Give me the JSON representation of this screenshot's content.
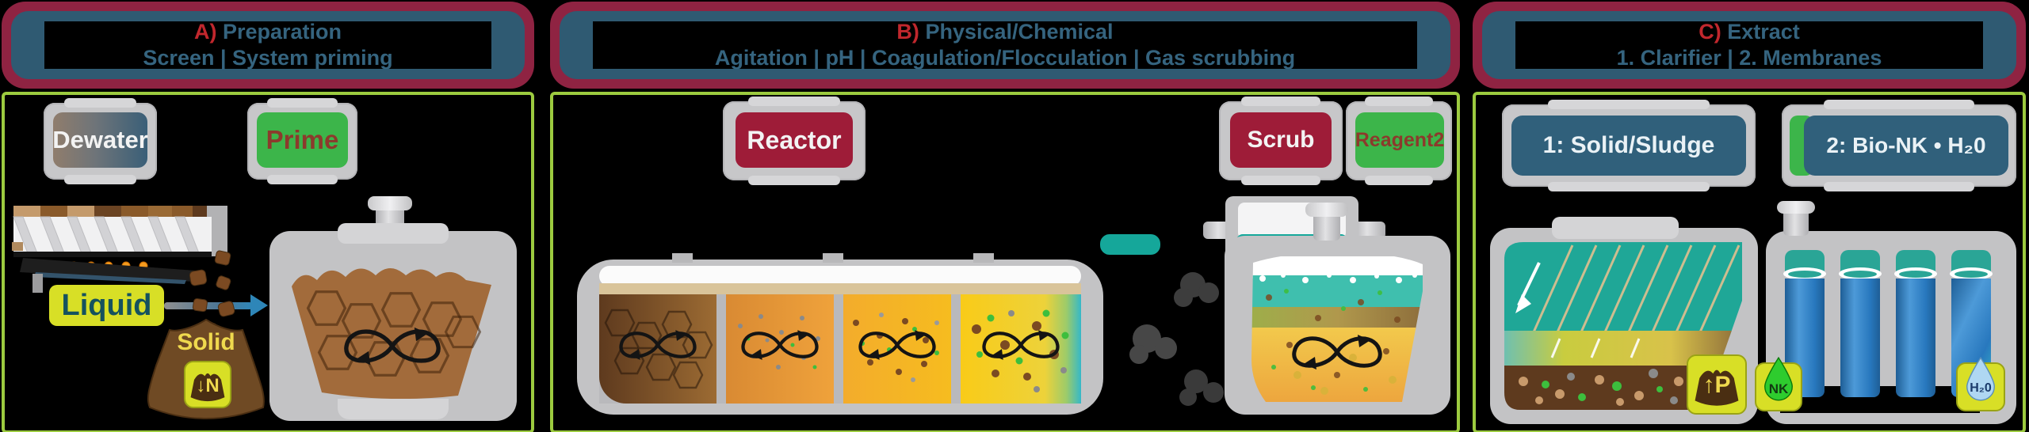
{
  "colors": {
    "background": "#000000",
    "header_border": "#8F2342",
    "header_fill": "#2F5A72",
    "header_text": "#35647F",
    "header_accent": "#C1272D",
    "panel_border": "#9CCB3F",
    "button_green": "#3CB54A",
    "button_maroon": "#9E1C38",
    "button_blue": "#30607B",
    "label_yellow": "#D8DF26",
    "water_blue": "#2878BE",
    "teal_liquid": "#3FBFAE"
  },
  "headers": [
    {
      "prefix": "A)",
      "title": "Preparation",
      "subtitle": "Screen | System priming"
    },
    {
      "prefix": "B)",
      "title": "Physical/Chemical",
      "subtitle": "Agitation | pH | Coagulation/Flocculation | Gas scrubbing"
    },
    {
      "prefix": "C)",
      "title": "Extract",
      "subtitle": "1. Clarifier | 2. Membranes"
    }
  ],
  "panel_a": {
    "dewater_button": "Dewater",
    "prime_button": "Prime",
    "liquid_label": "Liquid",
    "solid_label": "Solid",
    "nitrogen_icon": "↓N"
  },
  "panel_b": {
    "reactor_button": "Reactor",
    "scrub_button": "Scrub",
    "reagent_button": "Reagent2"
  },
  "panel_c": {
    "clarifier_button": "1: Solid/Sludge",
    "membrane_button": "2: Bio-NK • H₂0",
    "phosphorus_icon": "↑P",
    "nk_icon": "NK",
    "water_icon": "H₂0"
  }
}
